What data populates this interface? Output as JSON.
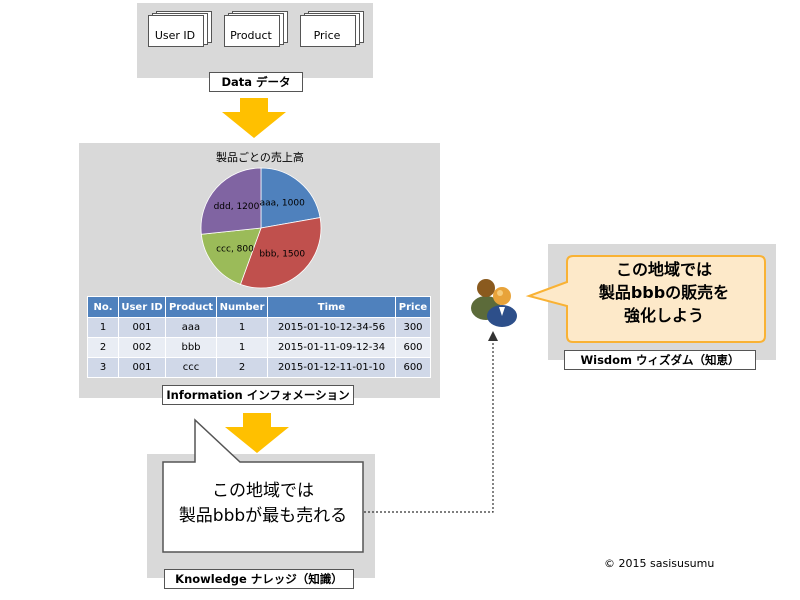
{
  "data_section": {
    "docs": [
      "User ID",
      "Product",
      "Price"
    ],
    "label": "Data データ"
  },
  "information_section": {
    "label": "Information インフォメーション",
    "chart_data": {
      "type": "pie",
      "title": "製品ごとの売上高",
      "categories": [
        "aaa",
        "bbb",
        "ccc",
        "ddd"
      ],
      "values": [
        1000,
        1500,
        800,
        1200
      ],
      "labels": [
        "aaa, 1000",
        "bbb, 1500",
        "ccc, 800",
        "ddd, 1200"
      ],
      "colors": [
        "#4f81bd",
        "#c0504d",
        "#9bbb59",
        "#8064a2"
      ]
    },
    "table": {
      "headers": [
        "No.",
        "User ID",
        "Product",
        "Number",
        "Time",
        "Price"
      ],
      "rows": [
        [
          "1",
          "001",
          "aaa",
          "1",
          "2015-01-10-12-34-56",
          "300"
        ],
        [
          "2",
          "002",
          "bbb",
          "1",
          "2015-01-11-09-12-34",
          "600"
        ],
        [
          "3",
          "001",
          "ccc",
          "2",
          "2015-01-12-11-01-10",
          "600"
        ]
      ]
    }
  },
  "knowledge_section": {
    "label": "Knowledge ナレッジ（知識）",
    "callout_line1": "この地域では",
    "callout_line2": "製品bbbが最も売れる"
  },
  "wisdom_section": {
    "label": "Wisdom ウィズダム（知恵）",
    "callout_line1": "この地域では",
    "callout_line2": "製品bbbの販売を",
    "callout_line3": "強化しよう",
    "icon": "people-icon"
  },
  "copyright": "© 2015 sasisusumu",
  "colors": {
    "panel": "#d9d9d9",
    "arrow": "#ffc000",
    "table_header": "#4f81bd",
    "wisdom_callout_fill": "#fde9c9",
    "wisdom_callout_border": "#f9b234"
  }
}
